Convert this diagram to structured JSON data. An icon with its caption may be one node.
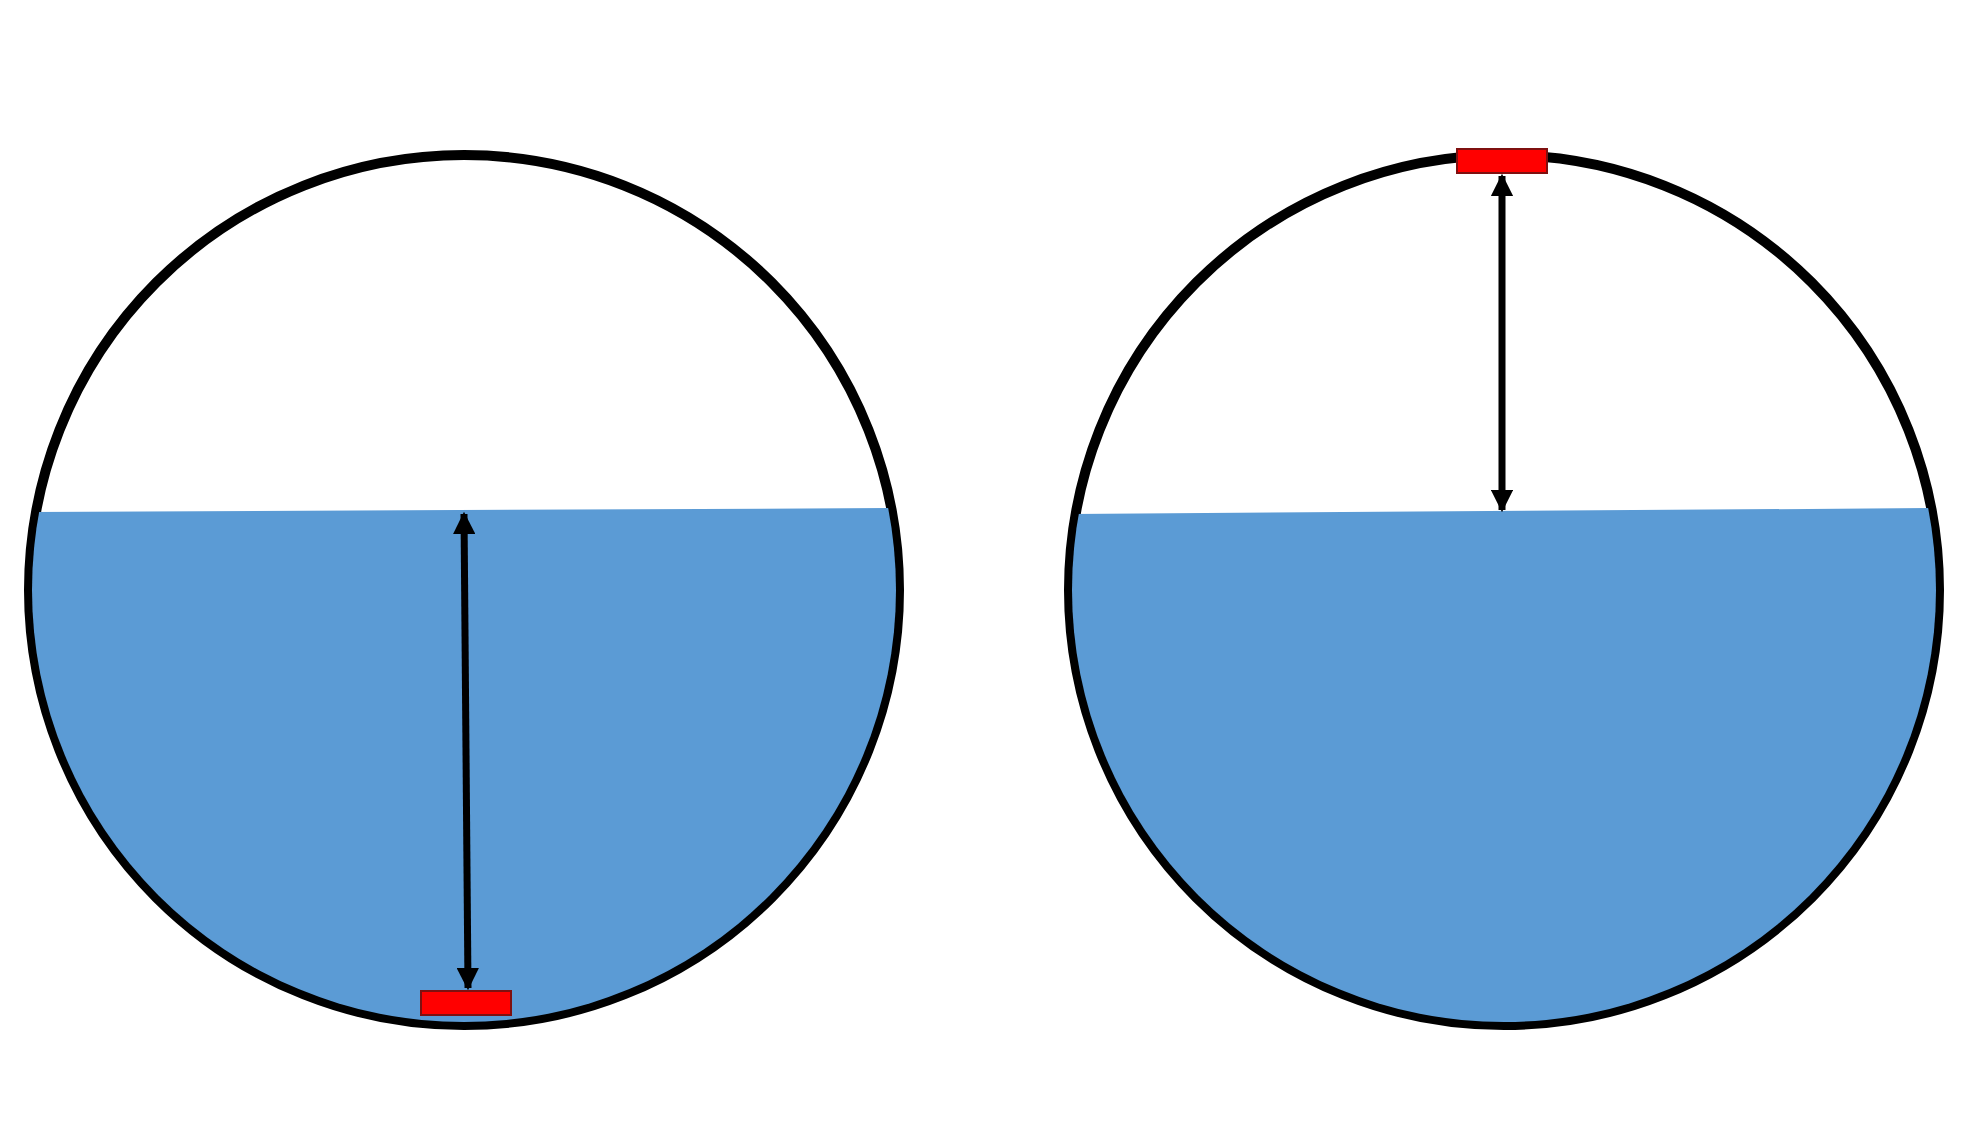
{
  "diagram": {
    "nodes": [
      {
        "text": [],
        "shape": "circle"
      },
      {
        "text": [],
        "shape": "bar",
        "in": 0
      },
      {
        "text": [],
        "shape": "circle"
      },
      {
        "text": [],
        "shape": "bar",
        "in": 2
      }
    ]
  }
}
